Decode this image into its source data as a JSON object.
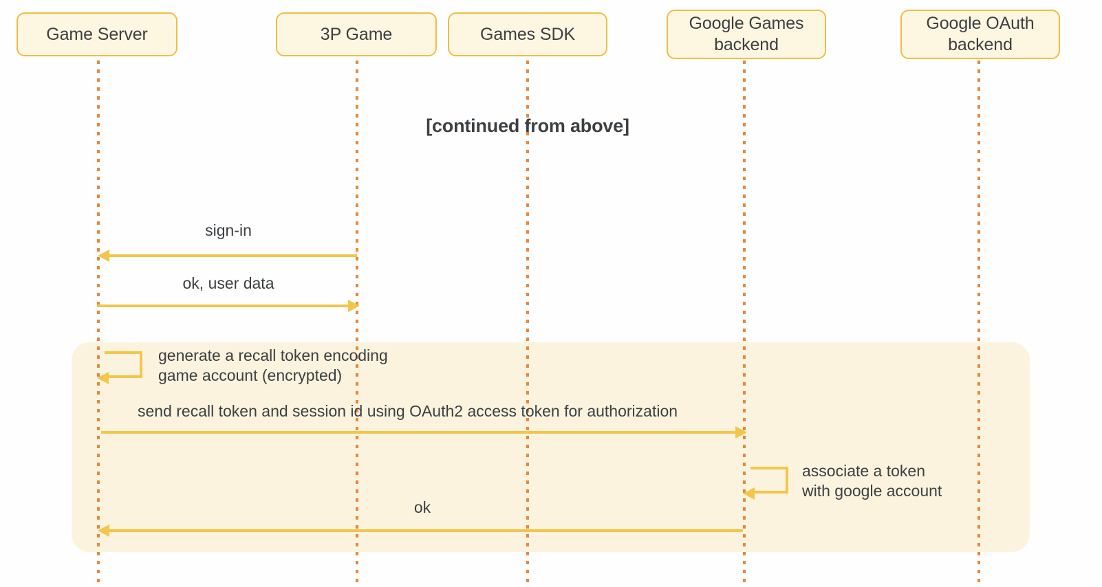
{
  "diagram": {
    "type": "sequence-diagram",
    "title": "",
    "section_note": "[continued from above]",
    "colors": {
      "box_fill": "#FDF6E1",
      "box_border": "#F0BD41",
      "lifeline": "#E8873B",
      "arrow": "#F3C64B",
      "highlight_band": "#FBF3DE",
      "text": "#3C4043",
      "background": "#FEFEFE"
    },
    "participants": [
      {
        "id": "game-server",
        "label": "Game Server"
      },
      {
        "id": "3p-game",
        "label": "3P Game"
      },
      {
        "id": "games-sdk",
        "label": "Games SDK"
      },
      {
        "id": "google-games-backend",
        "label": "Google Games\nbackend"
      },
      {
        "id": "google-oauth-backend",
        "label": "Google OAuth\nbackend"
      }
    ],
    "messages": [
      {
        "id": "msg-sign-in",
        "label": "sign-in",
        "from": "3p-game",
        "to": "game-server",
        "direction": "left",
        "kind": "call"
      },
      {
        "id": "msg-ok-user-data",
        "label": "ok, user data",
        "from": "game-server",
        "to": "3p-game",
        "direction": "right",
        "kind": "return"
      },
      {
        "id": "msg-generate-recall-token",
        "label": "generate a recall token encoding\ngame account (encrypted)",
        "from": "game-server",
        "to": "game-server",
        "direction": "self",
        "kind": "self-call"
      },
      {
        "id": "msg-send-recall-token",
        "label": "send recall token and session id using OAuth2 access token for authorization",
        "from": "game-server",
        "to": "google-games-backend",
        "direction": "right",
        "kind": "call"
      },
      {
        "id": "msg-associate-token",
        "label": "associate a token\nwith google account",
        "from": "google-games-backend",
        "to": "google-games-backend",
        "direction": "self",
        "kind": "self-call"
      },
      {
        "id": "msg-ok",
        "label": "ok",
        "from": "google-games-backend",
        "to": "game-server",
        "direction": "left",
        "kind": "return"
      }
    ],
    "labels": {
      "sign_in": "sign-in",
      "ok_user_data": "ok, user data",
      "generate_recall_line1": "generate a recall token encoding",
      "generate_recall_line2": "game account (encrypted)",
      "send_recall": "send recall token and session id using OAuth2 access token for authorization",
      "associate_line1": "associate a token",
      "associate_line2": "with google account",
      "ok": "ok"
    }
  }
}
